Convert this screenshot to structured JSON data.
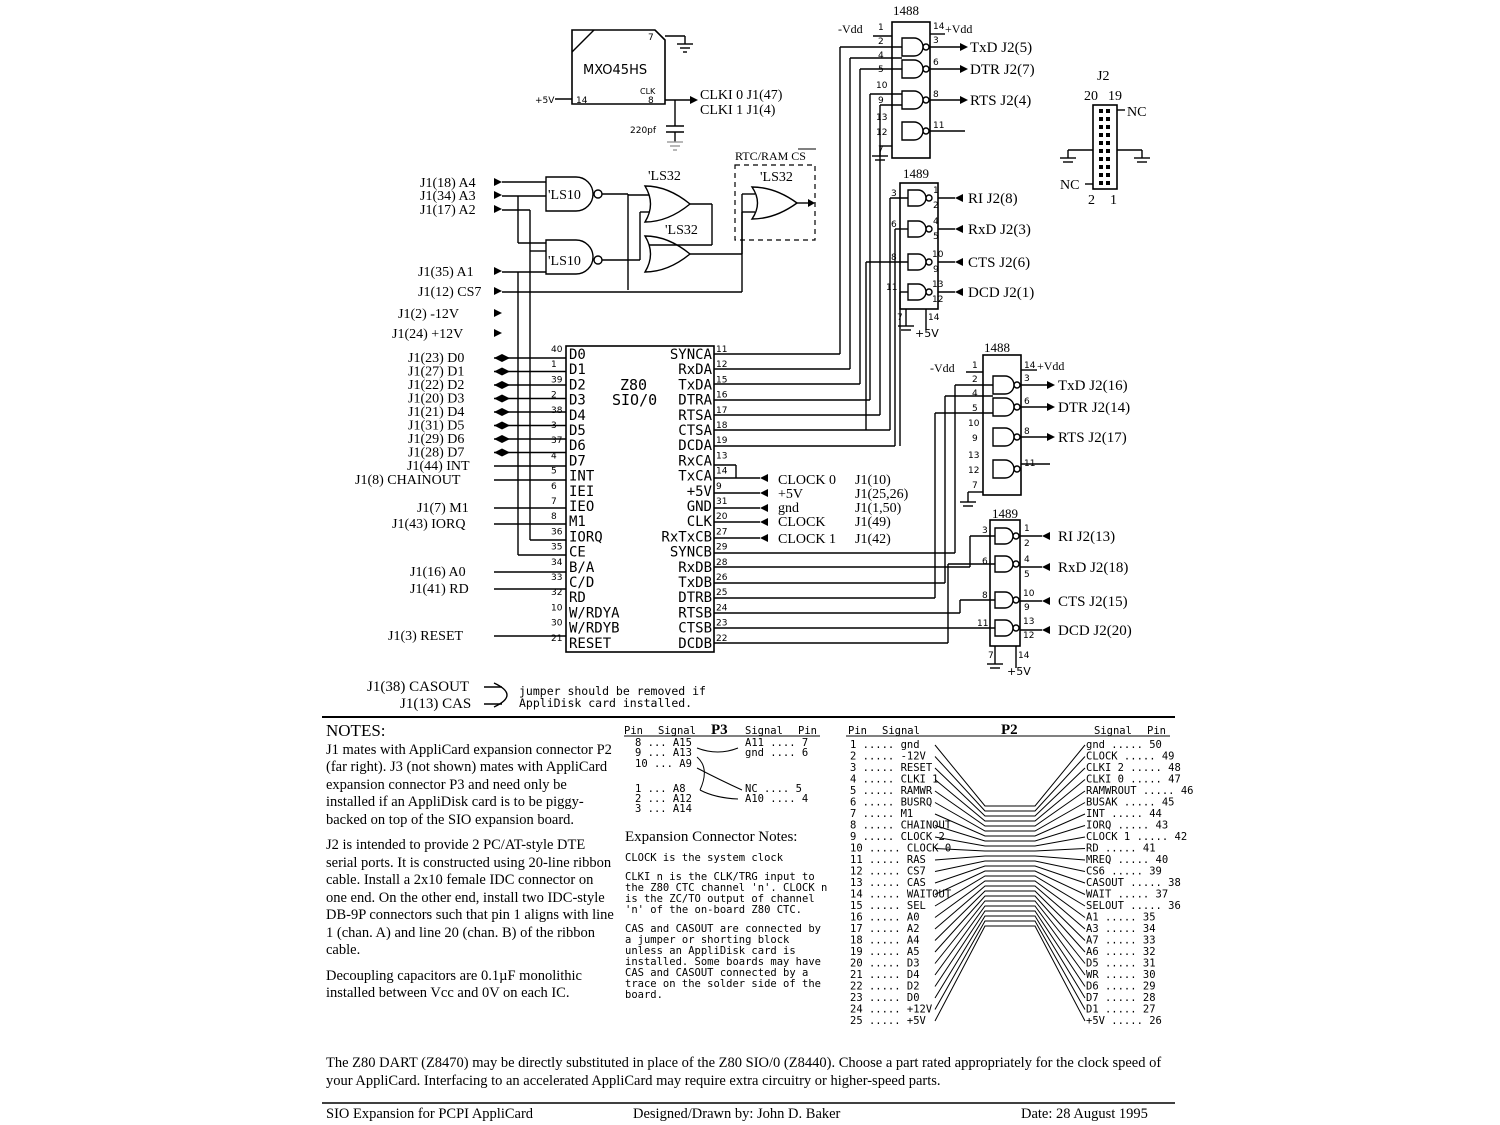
{
  "osc": {
    "name": "MXO45HS",
    "pin_gnd": "7",
    "pin_vcc": "14",
    "pin_clk": "8",
    "clk_label": "CLK",
    "vcc": "+5V",
    "cap": "220pf",
    "out1": "CLKI 0  J1(47)",
    "out2": "CLKI 1  J1(4)"
  },
  "ic1488a": {
    "name": "1488",
    "vdd_neg": "-Vdd",
    "vdd_pos": "+Vdd",
    "outs": [
      "TxD  J2(5)",
      "DTR  J2(7)",
      "RTS  J2(4)"
    ]
  },
  "ic1489a": {
    "name": "1489",
    "ins": [
      "RI  J2(8)",
      "RxD  J2(3)",
      "CTS  J2(6)",
      "DCD  J2(1)"
    ],
    "vcc": "+5V"
  },
  "ic1488b": {
    "name": "1488",
    "vdd_neg": "-Vdd",
    "vdd_pos": "+Vdd",
    "outs": [
      "TxD  J2(16)",
      "DTR  J2(14)",
      "RTS  J2(17)"
    ]
  },
  "ic1489b": {
    "name": "1489",
    "ins": [
      "RI  J2(13)",
      "RxD  J2(18)",
      "CTS  J2(15)",
      "DCD  J2(20)"
    ],
    "vcc": "+5V"
  },
  "j2": {
    "name": "J2",
    "top_left": "20",
    "top_right": "19",
    "bot_left": "2",
    "bot_right": "1",
    "nc": "NC"
  },
  "logic": {
    "ls10": "'LS10",
    "ls32": "'LS32",
    "rtc": "RTC/RAM CS"
  },
  "left_signals": [
    "J1(18)  A4",
    "J1(34)  A3",
    "J1(17)  A2",
    "J1(35)  A1",
    "J1(12) CS7",
    "J1(2)  -12V",
    "J1(24)  +12V"
  ],
  "data_signals": [
    "J1(23)  D0",
    "J1(27)  D1",
    "J1(22)  D2",
    "J1(20)  D3",
    "J1(21)  D4",
    "J1(31)  D5",
    "J1(29)  D6",
    "J1(28)  D7"
  ],
  "ctrl_signals": [
    "J1(44)  INT",
    "J1(8)  CHAINOUT",
    "J1(7)  M1",
    "J1(43)  IORQ",
    "J1(16)  A0",
    "J1(41)  RD",
    "J1(3)  RESET"
  ],
  "sio": {
    "name": "Z80",
    "sub": "SIO/0",
    "left_pins": [
      "D0",
      "D1",
      "D2",
      "D3",
      "D4",
      "D5",
      "D6",
      "D7",
      "INT",
      "IEI",
      "IEO",
      "M1",
      "IORQ",
      "CE",
      "B/A",
      "C/D",
      "RD",
      "W/RDYA",
      "W/RDYB",
      "RESET"
    ],
    "left_nums": [
      "40",
      "1",
      "39",
      "2",
      "38",
      "3",
      "37",
      "4",
      "5",
      "6",
      "7",
      "8",
      "36",
      "35",
      "34",
      "33",
      "32",
      "10",
      "30",
      "21"
    ],
    "right_pins": [
      "SYNCA",
      "RxDA",
      "TxDA",
      "DTRA",
      "RTSA",
      "CTSA",
      "DCDA",
      "RxCA",
      "TxCA",
      "+5V",
      "GND",
      "CLK",
      "RxTxCB",
      "SYNCB",
      "RxDB",
      "TxDB",
      "DTRB",
      "RTSB",
      "CTSB",
      "DCDB"
    ],
    "right_nums": [
      "11",
      "12",
      "15",
      "16",
      "17",
      "18",
      "19",
      "13",
      "14",
      "9",
      "31",
      "20",
      "27",
      "29",
      "28",
      "26",
      "25",
      "24",
      "23",
      "22"
    ]
  },
  "clock_conn": [
    {
      "label": "CLOCK 0",
      "j": "J1(10)"
    },
    {
      "label": "+5V",
      "j": "J1(25,26)"
    },
    {
      "label": "gnd",
      "j": "J1(1,50)"
    },
    {
      "label": "CLOCK",
      "j": "J1(49)"
    },
    {
      "label": "CLOCK 1",
      "j": "J1(42)"
    }
  ],
  "jumper": {
    "a": "J1(38)  CASOUT",
    "b": "J1(13)  CAS",
    "note1": "jumper should be removed if",
    "note2": "AppliDisk card installed."
  },
  "notes": {
    "title": "NOTES:",
    "p1": "J1 mates with AppliCard expansion connector P2 (far right).  J3 (not shown) mates with AppliCard expansion connector P3 and need only be installed if an AppliDisk card is to be piggy-backed on top of the SIO expansion board.",
    "p2": "J2 is intended to provide 2 PC/AT-style DTE serial ports.  It is constructed using 20-line ribbon cable.  Install a 2x10 female IDC connector on one end.  On the other end, install two IDC-style DB-9P connectors such that pin 1 aligns with line 1 (chan. A) and line 20 (chan. B) of the ribbon cable.",
    "p3": "Decoupling capacitors are 0.1µF monolithic installed between Vcc and 0V on each IC."
  },
  "p3": {
    "title": "P3",
    "hdr": [
      "Pin",
      "Signal",
      "Signal",
      "Pin"
    ],
    "rows": [
      [
        "8",
        "A15",
        "A11",
        "7"
      ],
      [
        "9",
        "A13",
        "gnd",
        "6"
      ],
      [
        "10",
        "A9",
        "",
        ""
      ],
      [
        "1",
        "A8",
        "NC",
        "5"
      ],
      [
        "2",
        "A12",
        "A10",
        "4"
      ],
      [
        "3",
        "A14",
        "",
        ""
      ]
    ]
  },
  "expansion": {
    "title": "Expansion Connector Notes:",
    "n1": "CLOCK is the system clock",
    "n2": "CLKI n is the CLK/TRG input to the Z80 CTC channel 'n'. CLOCK n is the ZC/TO output of channel 'n' of the on-board Z80 CTC.",
    "n3": "CAS and CASOUT are connected by a jumper or shorting block unless an AppliDisk card is installed. Some boards may have CAS and CASOUT connected by a trace on the solder side of the board."
  },
  "p2": {
    "title": "P2",
    "hdr": [
      "Pin",
      "Signal",
      "Signal",
      "Pin"
    ],
    "left": [
      [
        "1",
        "gnd"
      ],
      [
        "2",
        "-12V"
      ],
      [
        "3",
        "RESET"
      ],
      [
        "4",
        "CLKI 1"
      ],
      [
        "5",
        "RAMWR"
      ],
      [
        "6",
        "BUSRQ"
      ],
      [
        "7",
        "M1"
      ],
      [
        "8",
        "CHAINOUT"
      ],
      [
        "9",
        "CLOCK 2"
      ],
      [
        "10",
        "CLOCK 0"
      ],
      [
        "11",
        "RAS"
      ],
      [
        "12",
        "CS7"
      ],
      [
        "13",
        "CAS"
      ],
      [
        "14",
        "WAITOUT"
      ],
      [
        "15",
        "SEL"
      ],
      [
        "16",
        "A0"
      ],
      [
        "17",
        "A2"
      ],
      [
        "18",
        "A4"
      ],
      [
        "19",
        "A5"
      ],
      [
        "20",
        "D3"
      ],
      [
        "21",
        "D4"
      ],
      [
        "22",
        "D2"
      ],
      [
        "23",
        "D0"
      ],
      [
        "24",
        "+12V"
      ],
      [
        "25",
        "+5V"
      ]
    ],
    "right": [
      [
        "gnd",
        "50"
      ],
      [
        "CLOCK",
        "49"
      ],
      [
        "CLKI 2",
        "48"
      ],
      [
        "CLKI 0",
        "47"
      ],
      [
        "RAMWROUT",
        "46"
      ],
      [
        "BUSAK",
        "45"
      ],
      [
        "INT",
        "44"
      ],
      [
        "IORQ",
        "43"
      ],
      [
        "CLOCK 1",
        "42"
      ],
      [
        "RD",
        "41"
      ],
      [
        "MREQ",
        "40"
      ],
      [
        "CS6",
        "39"
      ],
      [
        "CASOUT",
        "38"
      ],
      [
        "WAIT",
        "37"
      ],
      [
        "SELOUT",
        "36"
      ],
      [
        "A1",
        "35"
      ],
      [
        "A3",
        "34"
      ],
      [
        "A7",
        "33"
      ],
      [
        "A6",
        "32"
      ],
      [
        "D5",
        "31"
      ],
      [
        "WR",
        "30"
      ],
      [
        "D6",
        "29"
      ],
      [
        "D7",
        "28"
      ],
      [
        "D1",
        "27"
      ],
      [
        "+5V",
        "26"
      ]
    ]
  },
  "dart": "The Z80 DART (Z8470) may be directly substituted in place of the Z80 SIO/0 (Z8440).  Choose a part rated appropriately for the clock speed of your AppliCard.  Interfacing to an accelerated AppliCard may require extra circuitry or higher-speed parts.",
  "footer": {
    "title": "SIO Expansion for PCPI AppliCard",
    "designer": "Designed/Drawn by:  John D. Baker",
    "date": "Date:  28 August 1995"
  }
}
